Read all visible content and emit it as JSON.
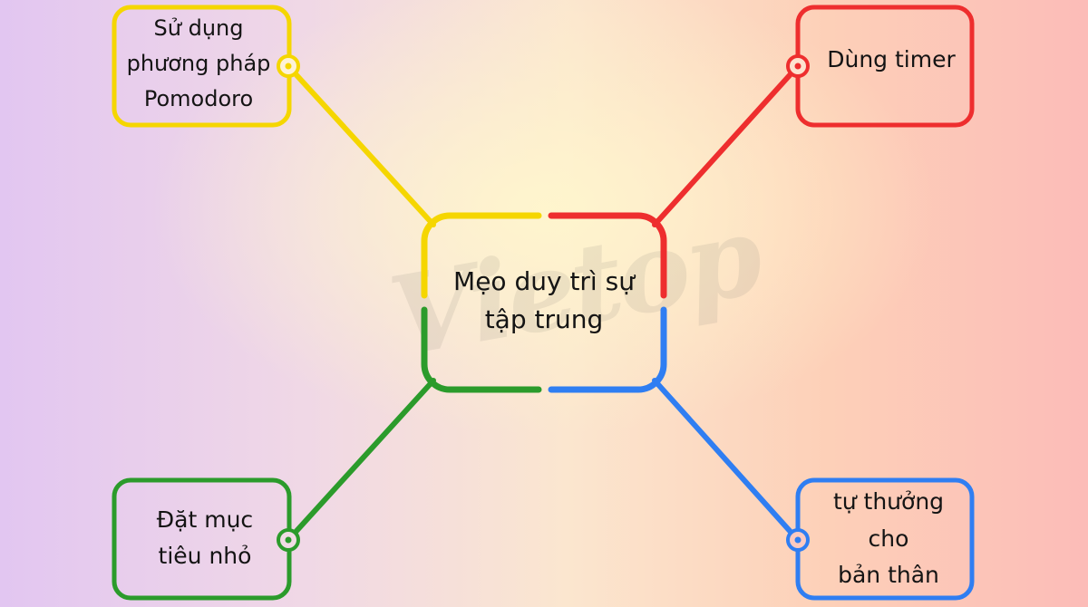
{
  "watermark": "Vietop",
  "center": {
    "lines": [
      "Mẹo duy trì sự",
      "tập trung"
    ]
  },
  "branches": [
    {
      "id": "top-left",
      "color": "#f5d600",
      "lines": [
        "Sử dụng",
        "phương pháp",
        "Pomodoro"
      ]
    },
    {
      "id": "top-right",
      "color": "#ee2e2e",
      "lines": [
        "Dùng timer"
      ]
    },
    {
      "id": "bottom-left",
      "color": "#2b9b2b",
      "lines": [
        "Đặt mục",
        "tiêu nhỏ"
      ]
    },
    {
      "id": "bottom-right",
      "color": "#2f7ef2",
      "lines": [
        "tự thưởng",
        "cho",
        "bản thân"
      ]
    }
  ]
}
